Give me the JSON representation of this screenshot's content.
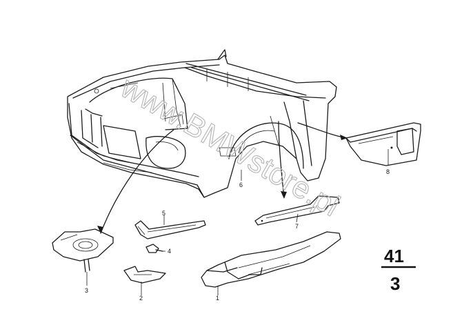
{
  "watermark": "www.BMWstore.pl",
  "group_code": {
    "top": "41",
    "bottom": "3"
  },
  "callouts": [
    {
      "id": "1",
      "text": "1"
    },
    {
      "id": "2",
      "text": "2"
    },
    {
      "id": "3",
      "text": "3"
    },
    {
      "id": "4",
      "text": "4"
    },
    {
      "id": "5",
      "text": "5"
    },
    {
      "id": "6",
      "text": "6"
    },
    {
      "id": "7",
      "text": "7"
    },
    {
      "id": "8",
      "text": "8"
    }
  ]
}
